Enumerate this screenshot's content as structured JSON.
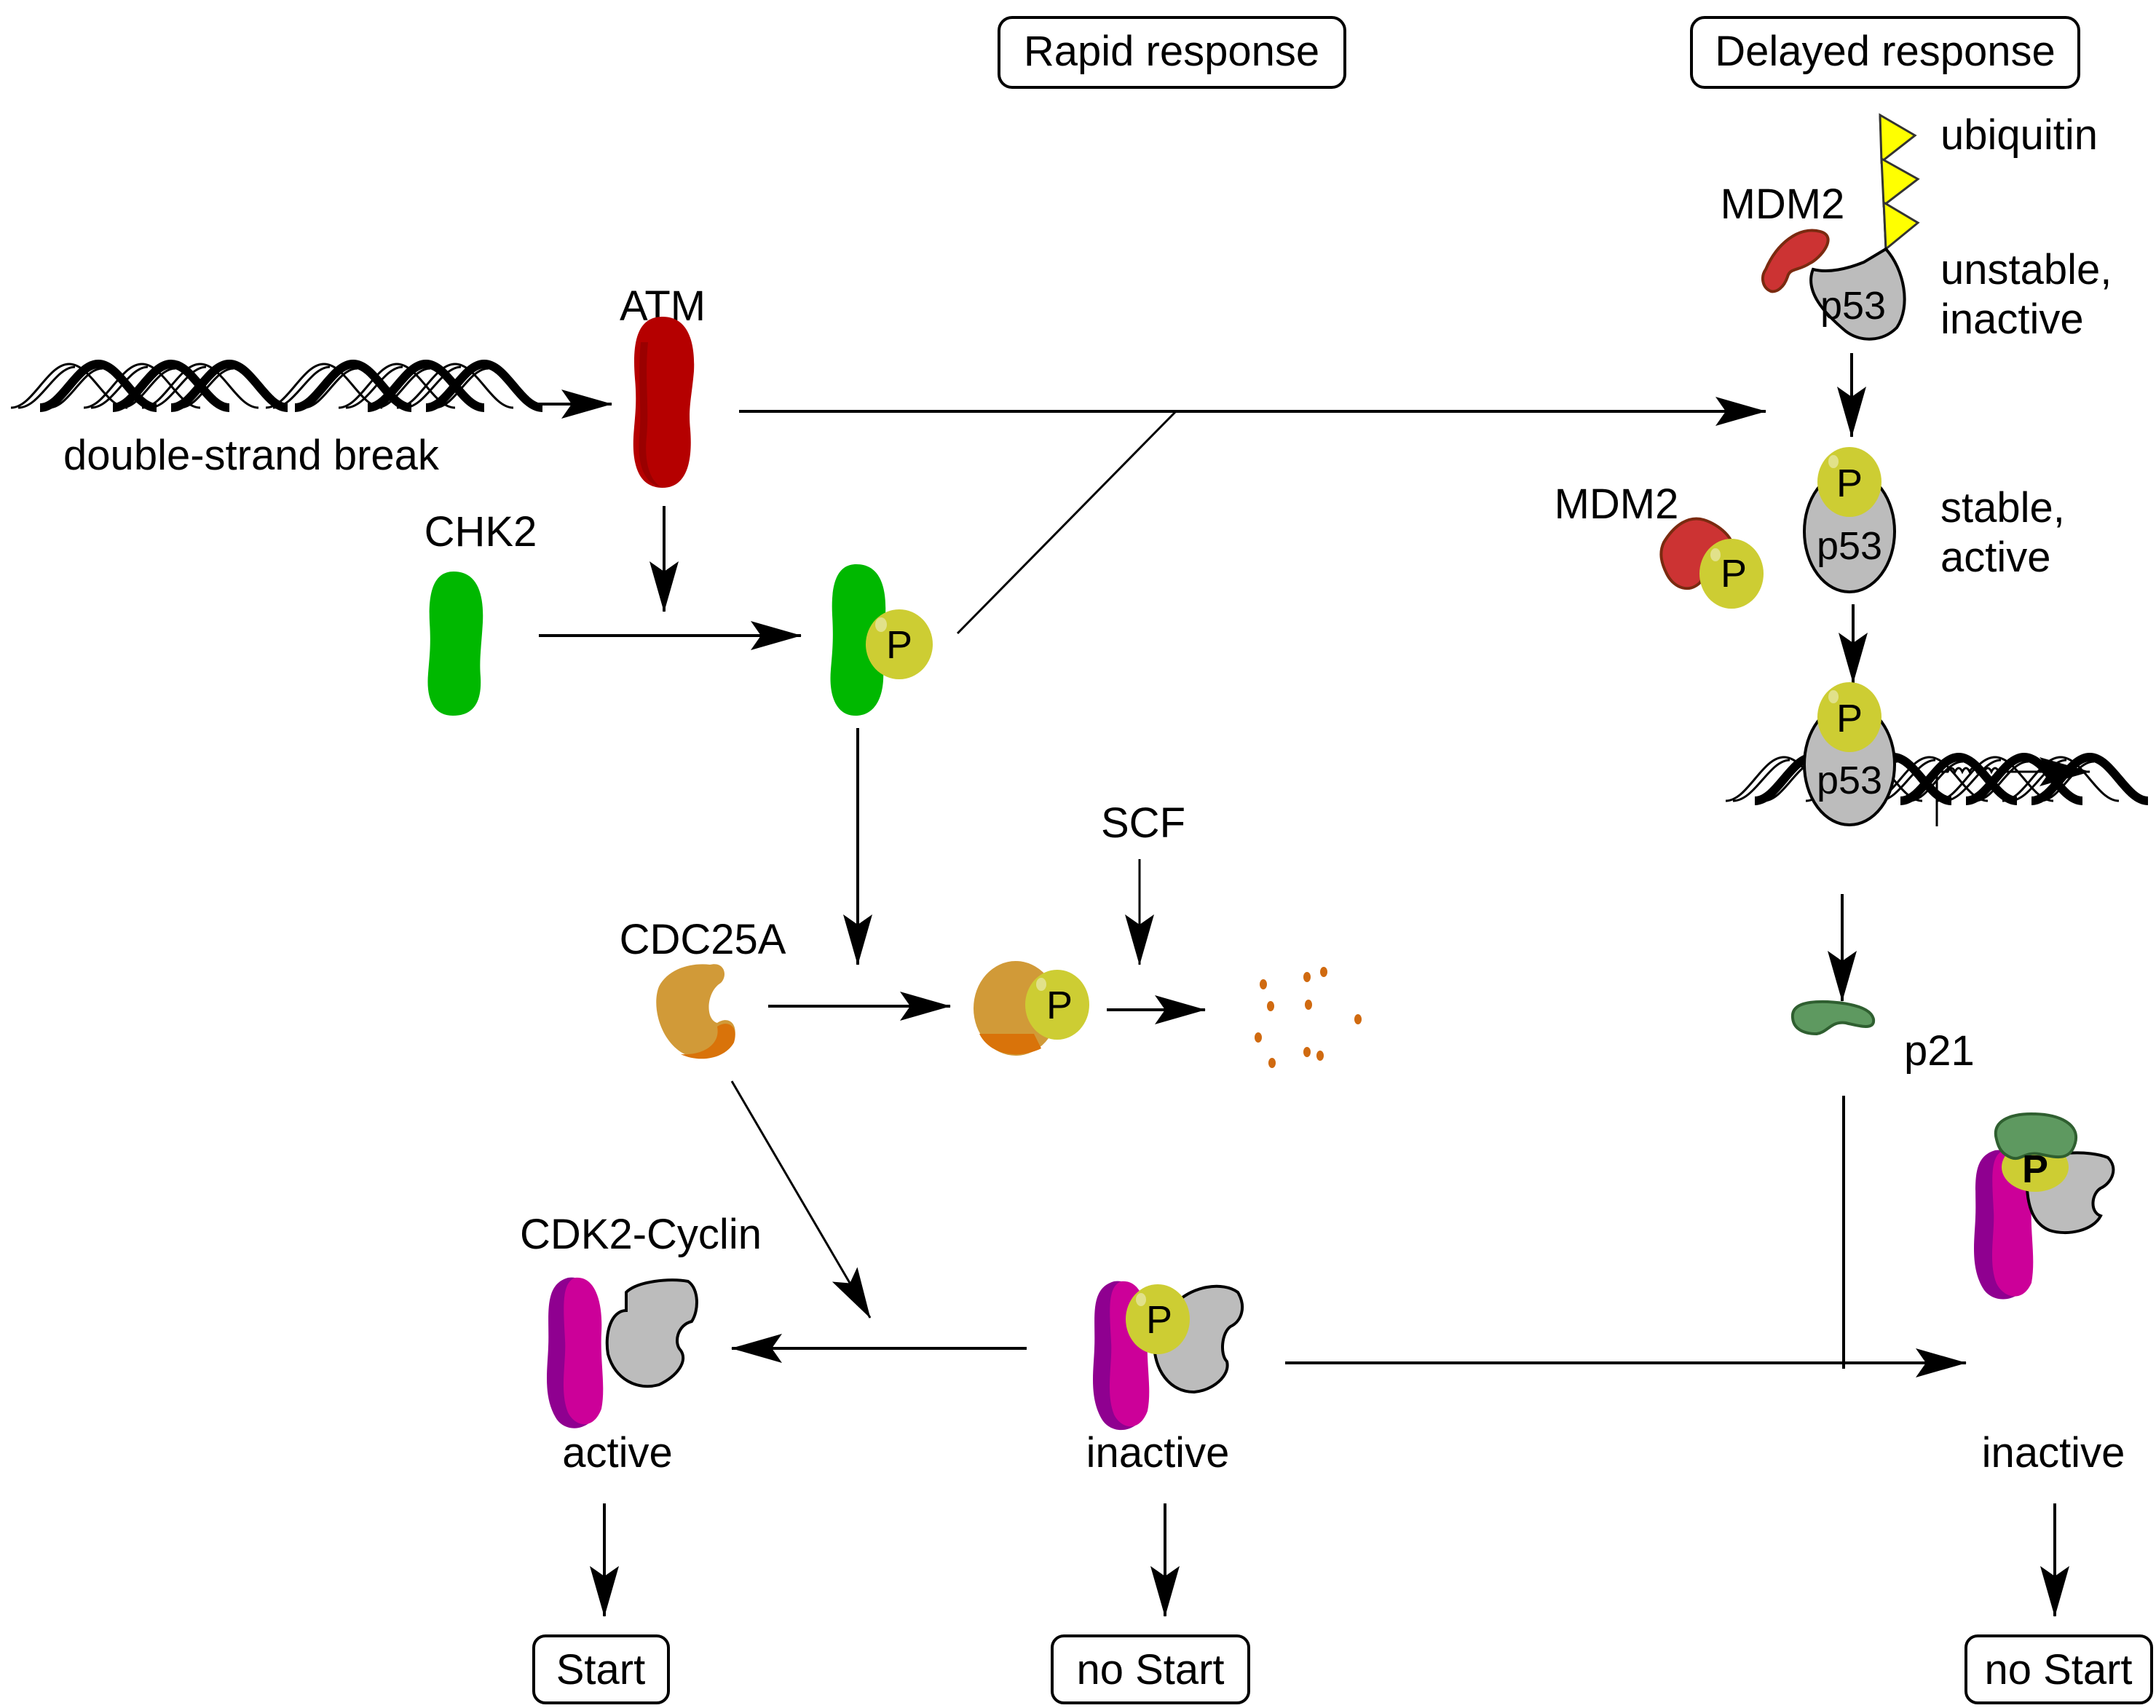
{
  "headers": {
    "rapid": "Rapid response",
    "delayed": "Delayed response"
  },
  "labels": {
    "dna_break": "double-strand break",
    "atm": "ATM",
    "chk2": "CHK2",
    "cdc25a": "CDC25A",
    "scf": "SCF",
    "cdk2_cyclin": "CDK2-Cyclin",
    "active": "active",
    "inactive_mid": "inactive",
    "inactive_right": "inactive",
    "mdm2_top": "MDM2",
    "mdm2_mid": "MDM2",
    "ubiquitin": "ubiquitin",
    "unstable_line1": "unstable,",
    "unstable_line2": "inactive",
    "stable_line1": "stable,",
    "stable_line2": "active",
    "p53": "p53",
    "p21": "p21",
    "phospho": "P"
  },
  "outcomes": {
    "start": "Start",
    "no_start_mid": "no Start",
    "no_start_right": "no Start"
  },
  "colors": {
    "atm": "#b50000",
    "chk2": "#00b800",
    "cdc25a": "#d19a38",
    "cdc25a_dark": "#d9730a",
    "phospho": "#cdcd33",
    "cdk2": "#cc0099",
    "cdk2_dark": "#8f0090",
    "cyclin": "#bcbcbc",
    "mdm2": "#cc3333",
    "mdm2_edge": "#7a2a10",
    "ubiquitin": "#ffff00",
    "p21": "#5e9960",
    "p21_edge": "#2f5f30",
    "debris": "#d06a10"
  }
}
